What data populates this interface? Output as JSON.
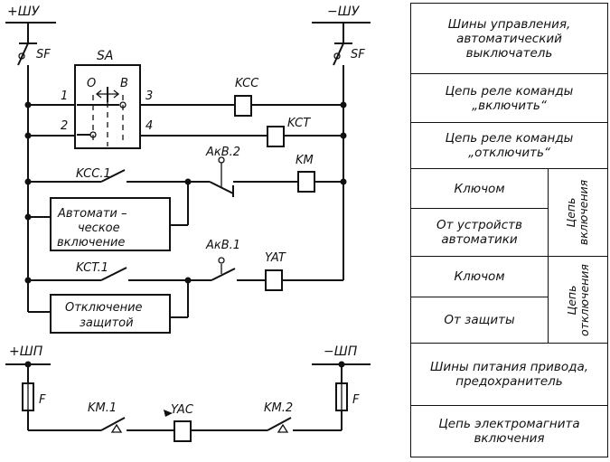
{
  "diagram": {
    "bus_ctrl_plus": "+ШУ",
    "bus_ctrl_minus": "−ШУ",
    "sf_left": "SF",
    "sf_right": "SF",
    "sa": "SA",
    "sa_o": "О",
    "sa_v": "В",
    "t1": "1",
    "t2": "2",
    "t3": "3",
    "t4": "4",
    "kcc": "KCC",
    "kct": "KCT",
    "kcc1": "KCC.1",
    "akv2": "АкВ.2",
    "km": "KM",
    "auto_on_1": "Автомати –",
    "auto_on_2": "ческое",
    "auto_on_3": "включение",
    "kct1": "KCT.1",
    "akv1": "АкВ.1",
    "yat": "YAT",
    "prot_1": "Отключение",
    "prot_2": "защитой",
    "bus_pwr_plus": "+ШП",
    "bus_pwr_minus": "−ШП",
    "f_left": "F",
    "f_right": "F",
    "km1": "KM.1",
    "yac": "YAC",
    "km2": "KM.2"
  },
  "legend": {
    "r1": "Шины управления, автоматический выключатель",
    "r2": "Цепь реле команды „включить“",
    "r3": "Цепь реле команды „отключить“",
    "r4a": "Ключом",
    "r4b": "От устройств автоматики",
    "r4side": "Цепь включения",
    "r5a": "Ключом",
    "r5b": "От защиты",
    "r5side": "Цепь отключения",
    "r6": "Шины питания привода, предохранитель",
    "r7": "Цепь электромагнита включения"
  }
}
